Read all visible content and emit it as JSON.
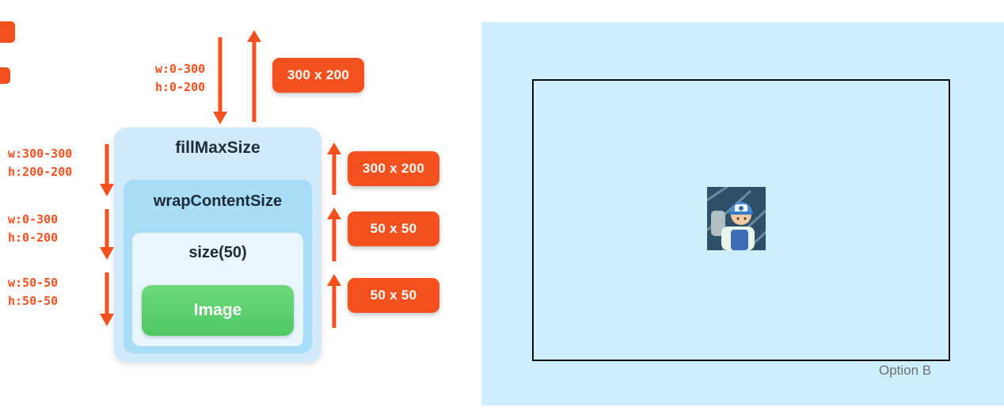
{
  "colors": {
    "orange": "#f4511e",
    "outer_box": "#d0eafb",
    "wrap_box": "#a8dcf7",
    "size_box": "#e9f6fe",
    "image_green": "#5ccf6b",
    "preview_panel": "#cdeefb",
    "frame_border": "#0a0a0a"
  },
  "diagram": {
    "top_constraint": {
      "w": "w:0-300",
      "h": "h:0-200"
    },
    "top_badge": "300 x 200",
    "boxes": {
      "fill_max_size": "fillMaxSize",
      "wrap_content_size": "wrapContentSize",
      "size_50": "size(50)",
      "image": "Image"
    },
    "left_constraints": [
      {
        "w": "w:300-300",
        "h": "h:200-200"
      },
      {
        "w": "w:0-300",
        "h": "h:0-200"
      },
      {
        "w": "w:50-50",
        "h": "h:50-50"
      }
    ],
    "right_badges": [
      "300 x 200",
      "50 x 50",
      "50 x 50"
    ]
  },
  "preview": {
    "option_label": "Option B",
    "image_description": "character-thumbnail"
  }
}
